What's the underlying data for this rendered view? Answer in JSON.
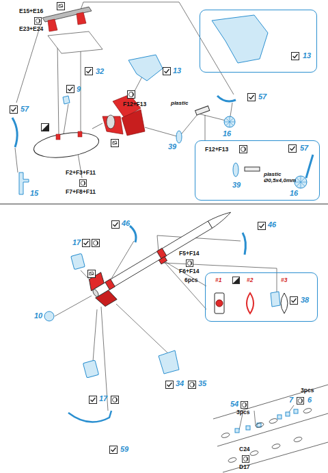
{
  "diagram": {
    "nodes": [
      {
        "text": [
          "13"
        ]
      },
      {
        "text": [
          "F12+F13",
          "57",
          "39",
          "plastic Ø0,5x4,0mm",
          "16"
        ]
      },
      {
        "text": [
          "#1",
          "#2",
          "#3"
        ]
      }
    ],
    "labels": [
      "E15+E16",
      "E23+E24",
      "32",
      "57",
      "9",
      "F12+F13",
      "13",
      "57",
      "plastic",
      "16",
      "39",
      "F2+F3+F11",
      "F7+F8+F11",
      "15",
      "46",
      "46",
      "17",
      "F5+F14",
      "F6+F14",
      "6pcs",
      "38",
      "10",
      "34",
      "35",
      "17",
      "3pcs",
      "7",
      "6",
      "54",
      "3pcs",
      "C24",
      "D17",
      "59"
    ]
  }
}
